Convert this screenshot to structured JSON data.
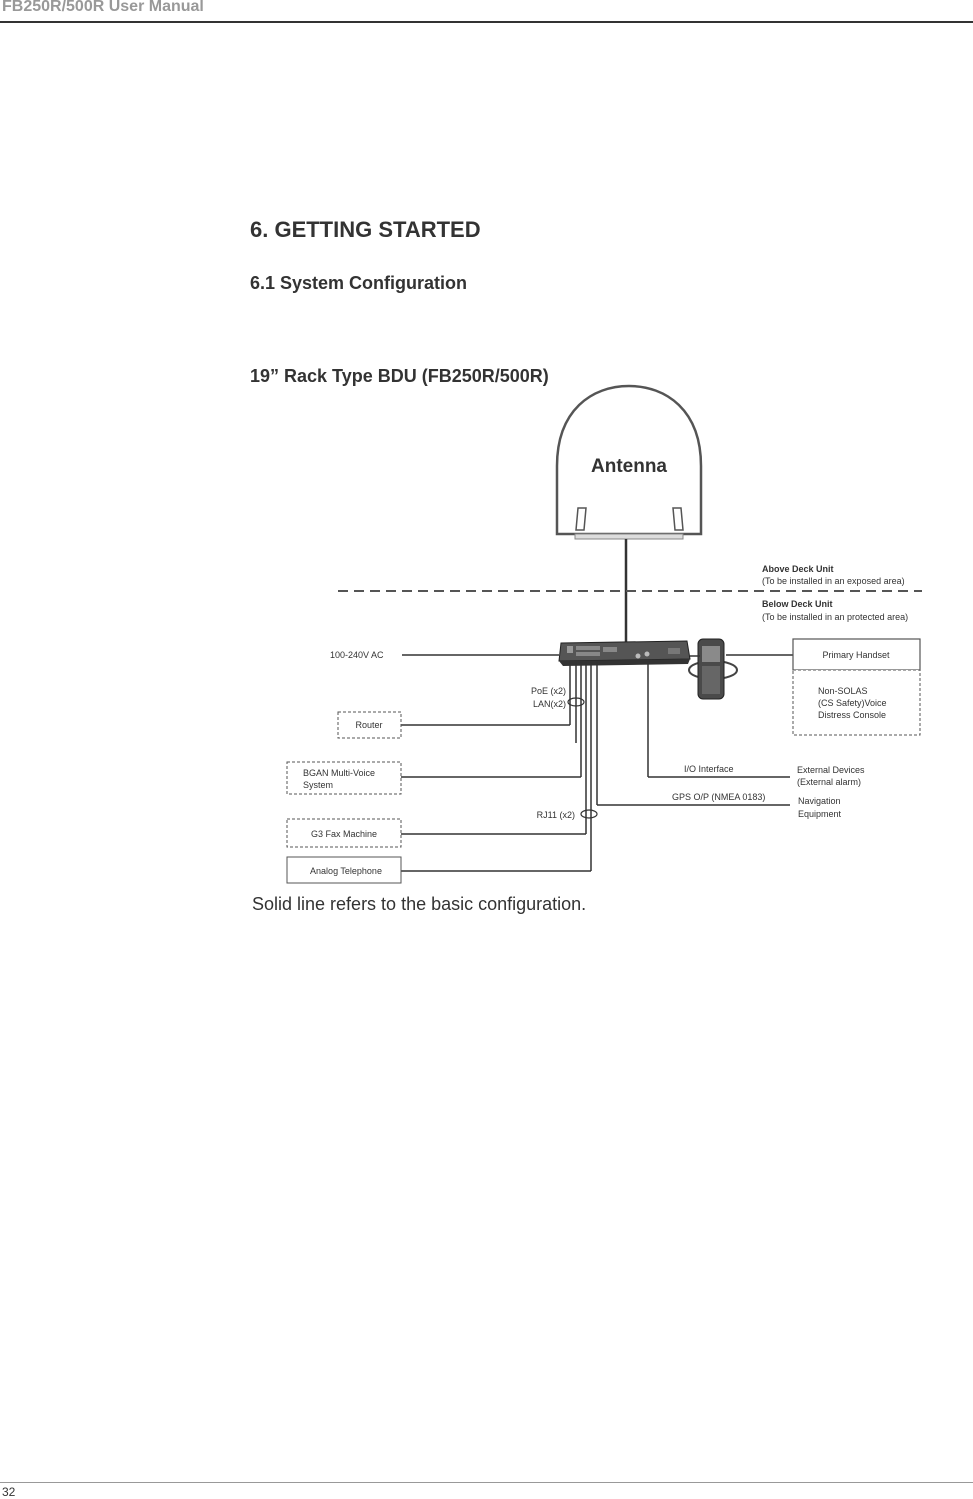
{
  "header": {
    "title": "FB250R/500R User Manual"
  },
  "chapter": {
    "title": "6. GETTING STARTED"
  },
  "section": {
    "title": "6.1 System Configuration"
  },
  "figure": {
    "title": "19” Rack Type BDU (FB250R/500R)",
    "caption": "Solid line refers to the basic configuration."
  },
  "diagram": {
    "antenna_label": "Antenna",
    "above_deck_title": "Above Deck Unit",
    "above_deck_note": "(To be installed in an exposed area)",
    "below_deck_title": "Below Deck Unit",
    "below_deck_note": "(To be installed in an protected area)",
    "power_label": "100-240V AC",
    "poe_label": "PoE (x2)",
    "lan_label": "LAN(x2)",
    "rj11_label": "RJ11 (x2)",
    "io_label": "I/O Interface",
    "gps_label": "GPS O/P (NMEA 0183)",
    "router": "Router",
    "bgan_line1": "BGAN Multi-Voice",
    "bgan_line2": "System",
    "fax": "G3 Fax Machine",
    "telephone": "Analog Telephone",
    "primary_handset": "Primary Handset",
    "distress_line1": "Non-SOLAS",
    "distress_line2": "(CS Safety)Voice",
    "distress_line3": "Distress Console",
    "external_line1": "External Devices",
    "external_line2": "(External alarm)",
    "navigation_line1": "Navigation",
    "navigation_line2": "Equipment"
  },
  "page": {
    "number": "32"
  }
}
